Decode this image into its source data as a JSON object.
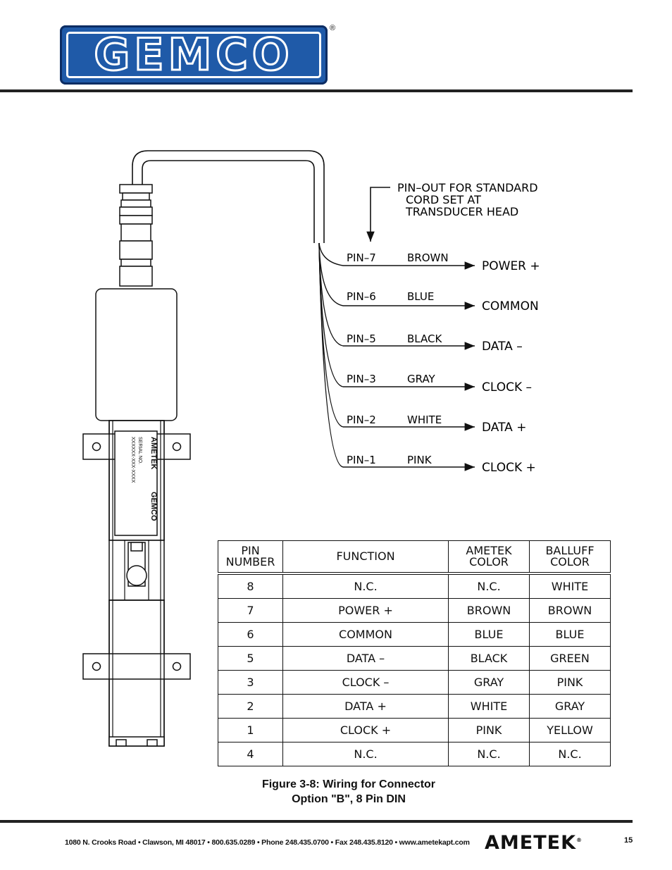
{
  "header": {
    "logo_text": "GEMCO",
    "registered_mark": "®"
  },
  "diagram": {
    "heading_lines": [
      "PIN–OUT  FOR  STANDARD",
      "CORD  SET  AT",
      "TRANSDUCER  HEAD"
    ],
    "wires": [
      {
        "pin": "PIN–7",
        "color": "BROWN",
        "function": "POWER  +"
      },
      {
        "pin": "PIN–6",
        "color": "BLUE",
        "function": "COMMON"
      },
      {
        "pin": "PIN–5",
        "color": "BLACK",
        "function": "DATA  –"
      },
      {
        "pin": "PIN–3",
        "color": "GRAY",
        "function": "CLOCK  –"
      },
      {
        "pin": "PIN–2",
        "color": "WHITE",
        "function": "DATA  +"
      },
      {
        "pin": "PIN–1",
        "color": "PINK",
        "function": "CLOCK  +"
      }
    ],
    "label_brand": "AMETEK",
    "label_logo": "GEMCO",
    "label_serial": "SERIAL NO.",
    "label_part": "XXXXXX-XXX-XXXX"
  },
  "table": {
    "headers": [
      [
        "PIN",
        "NUMBER"
      ],
      [
        "FUNCTION"
      ],
      [
        "AMETEK",
        "COLOR"
      ],
      [
        "BALLUFF",
        "COLOR"
      ]
    ],
    "rows": [
      [
        "8",
        "N.C.",
        "N.C.",
        "WHITE"
      ],
      [
        "7",
        "POWER  +",
        "BROWN",
        "BROWN"
      ],
      [
        "6",
        "COMMON",
        "BLUE",
        "BLUE"
      ],
      [
        "5",
        "DATA  –",
        "BLACK",
        "GREEN"
      ],
      [
        "3",
        "CLOCK  –",
        "GRAY",
        "PINK"
      ],
      [
        "2",
        "DATA  +",
        "WHITE",
        "GRAY"
      ],
      [
        "1",
        "CLOCK  +",
        "PINK",
        "YELLOW"
      ],
      [
        "4",
        "N.C.",
        "N.C.",
        "N.C."
      ]
    ]
  },
  "caption": {
    "line1": "Figure 3-8: Wiring for Connector",
    "line2": "Option \"B\", 8 Pin DIN"
  },
  "footer": {
    "address": "1080 N. Crooks Road • Clawson, MI 48017 • 800.635.0289 • Phone 248.435.0700 • Fax 248.435.8120 • www.ametekapt.com",
    "brand": "AMETEK",
    "page_number": "15"
  }
}
